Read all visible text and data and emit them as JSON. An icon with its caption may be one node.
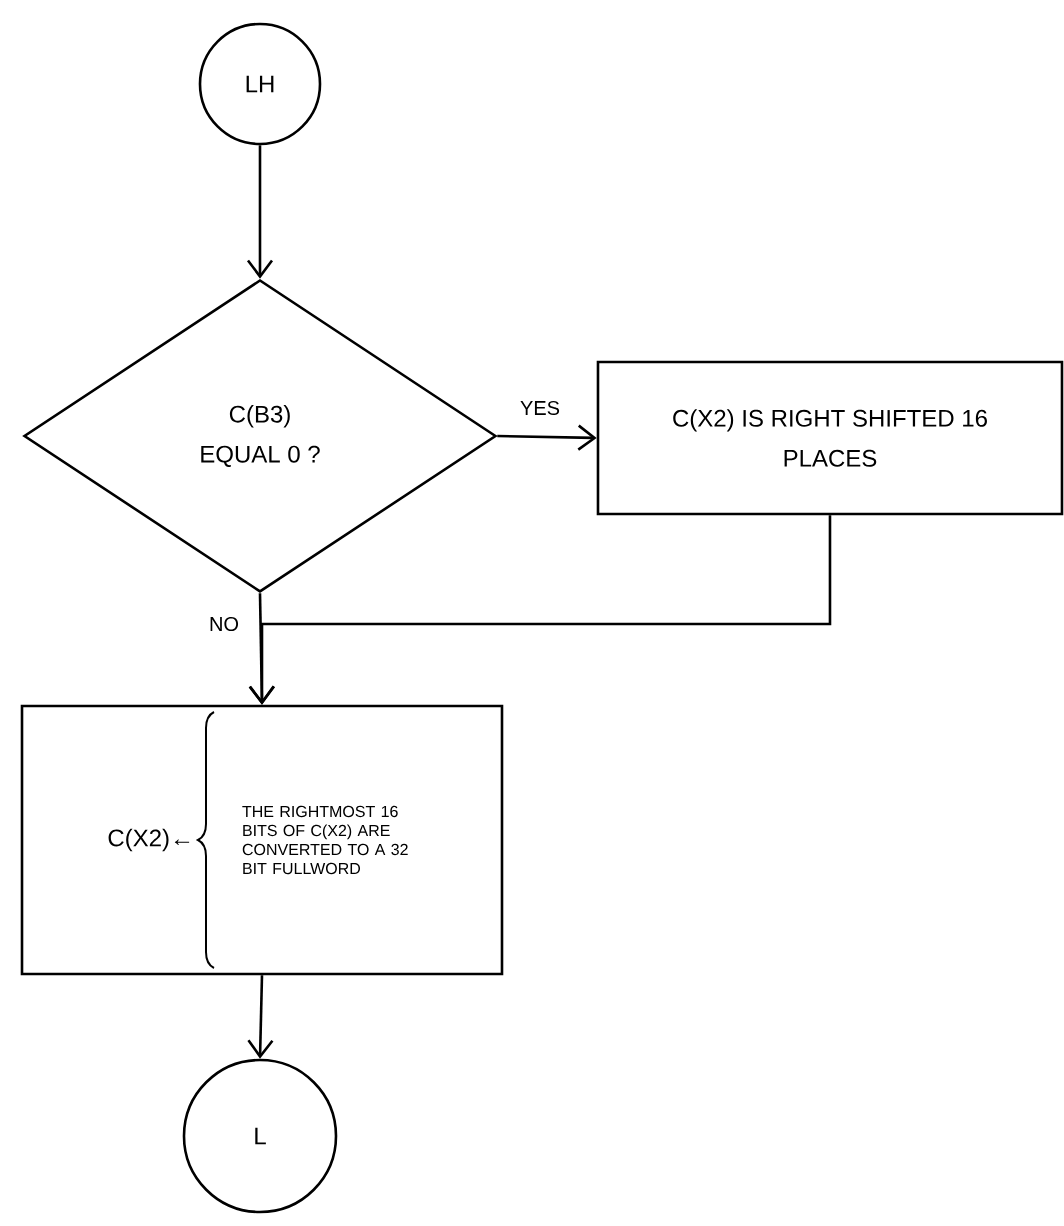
{
  "diagram": {
    "nodes": [
      {
        "text": [
          "LH"
        ]
      },
      {
        "text": [
          "C(B3) EQUAL 0 ?"
        ]
      },
      {
        "text": [
          "C(X2) IS RIGHT SHIFTED 16 PLACES"
        ]
      },
      {
        "text": [
          "C(X2)←",
          "THE RIGHTMOST 16 BITS OF C(X2) ARE CONVERTED TO A 32 BIT FULLWORD"
        ]
      },
      {
        "text": [
          "L"
        ]
      }
    ],
    "edges": [
      {
        "from": 0,
        "to": 1,
        "arrow": "to"
      },
      {
        "from": 1,
        "to": 2,
        "arrow": "to",
        "label": "YES"
      },
      {
        "from": 1,
        "to": 3,
        "arrow": "to",
        "label": "NO"
      },
      {
        "from": 2,
        "to": 3,
        "arrow": "to"
      },
      {
        "from": 3,
        "to": 4,
        "arrow": "to"
      }
    ]
  }
}
